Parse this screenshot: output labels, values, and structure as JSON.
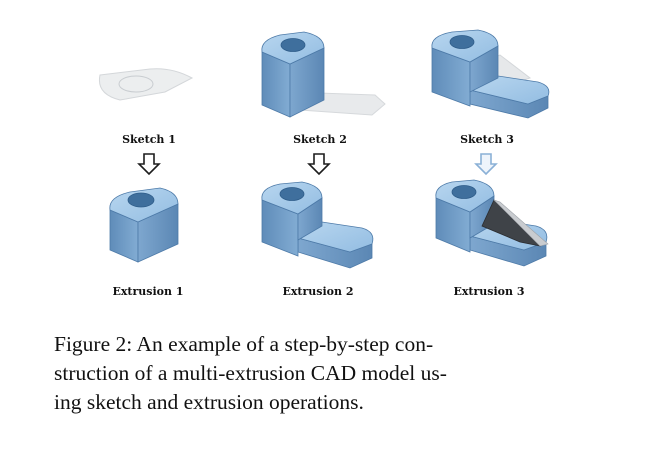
{
  "figure": {
    "sketch_labels": [
      "Sketch 1",
      "Sketch 2",
      "Sketch 3"
    ],
    "extrusion_labels": [
      "Extrusion 1",
      "Extrusion 2",
      "Extrusion 3"
    ]
  },
  "caption": {
    "lines": [
      "Figure 2: An example of a step-by-step con-",
      "struction of a multi-extrusion CAD model us-",
      "ing sketch and extrusion operations."
    ]
  },
  "colors": {
    "model_top": "#a9cbe8",
    "model_side": "#6f9ac4",
    "model_dark": "#4d7aa8",
    "sketch_fill": "#e6e8ea",
    "wedge": "#3f4348",
    "arrow": "#1d1d1d"
  }
}
